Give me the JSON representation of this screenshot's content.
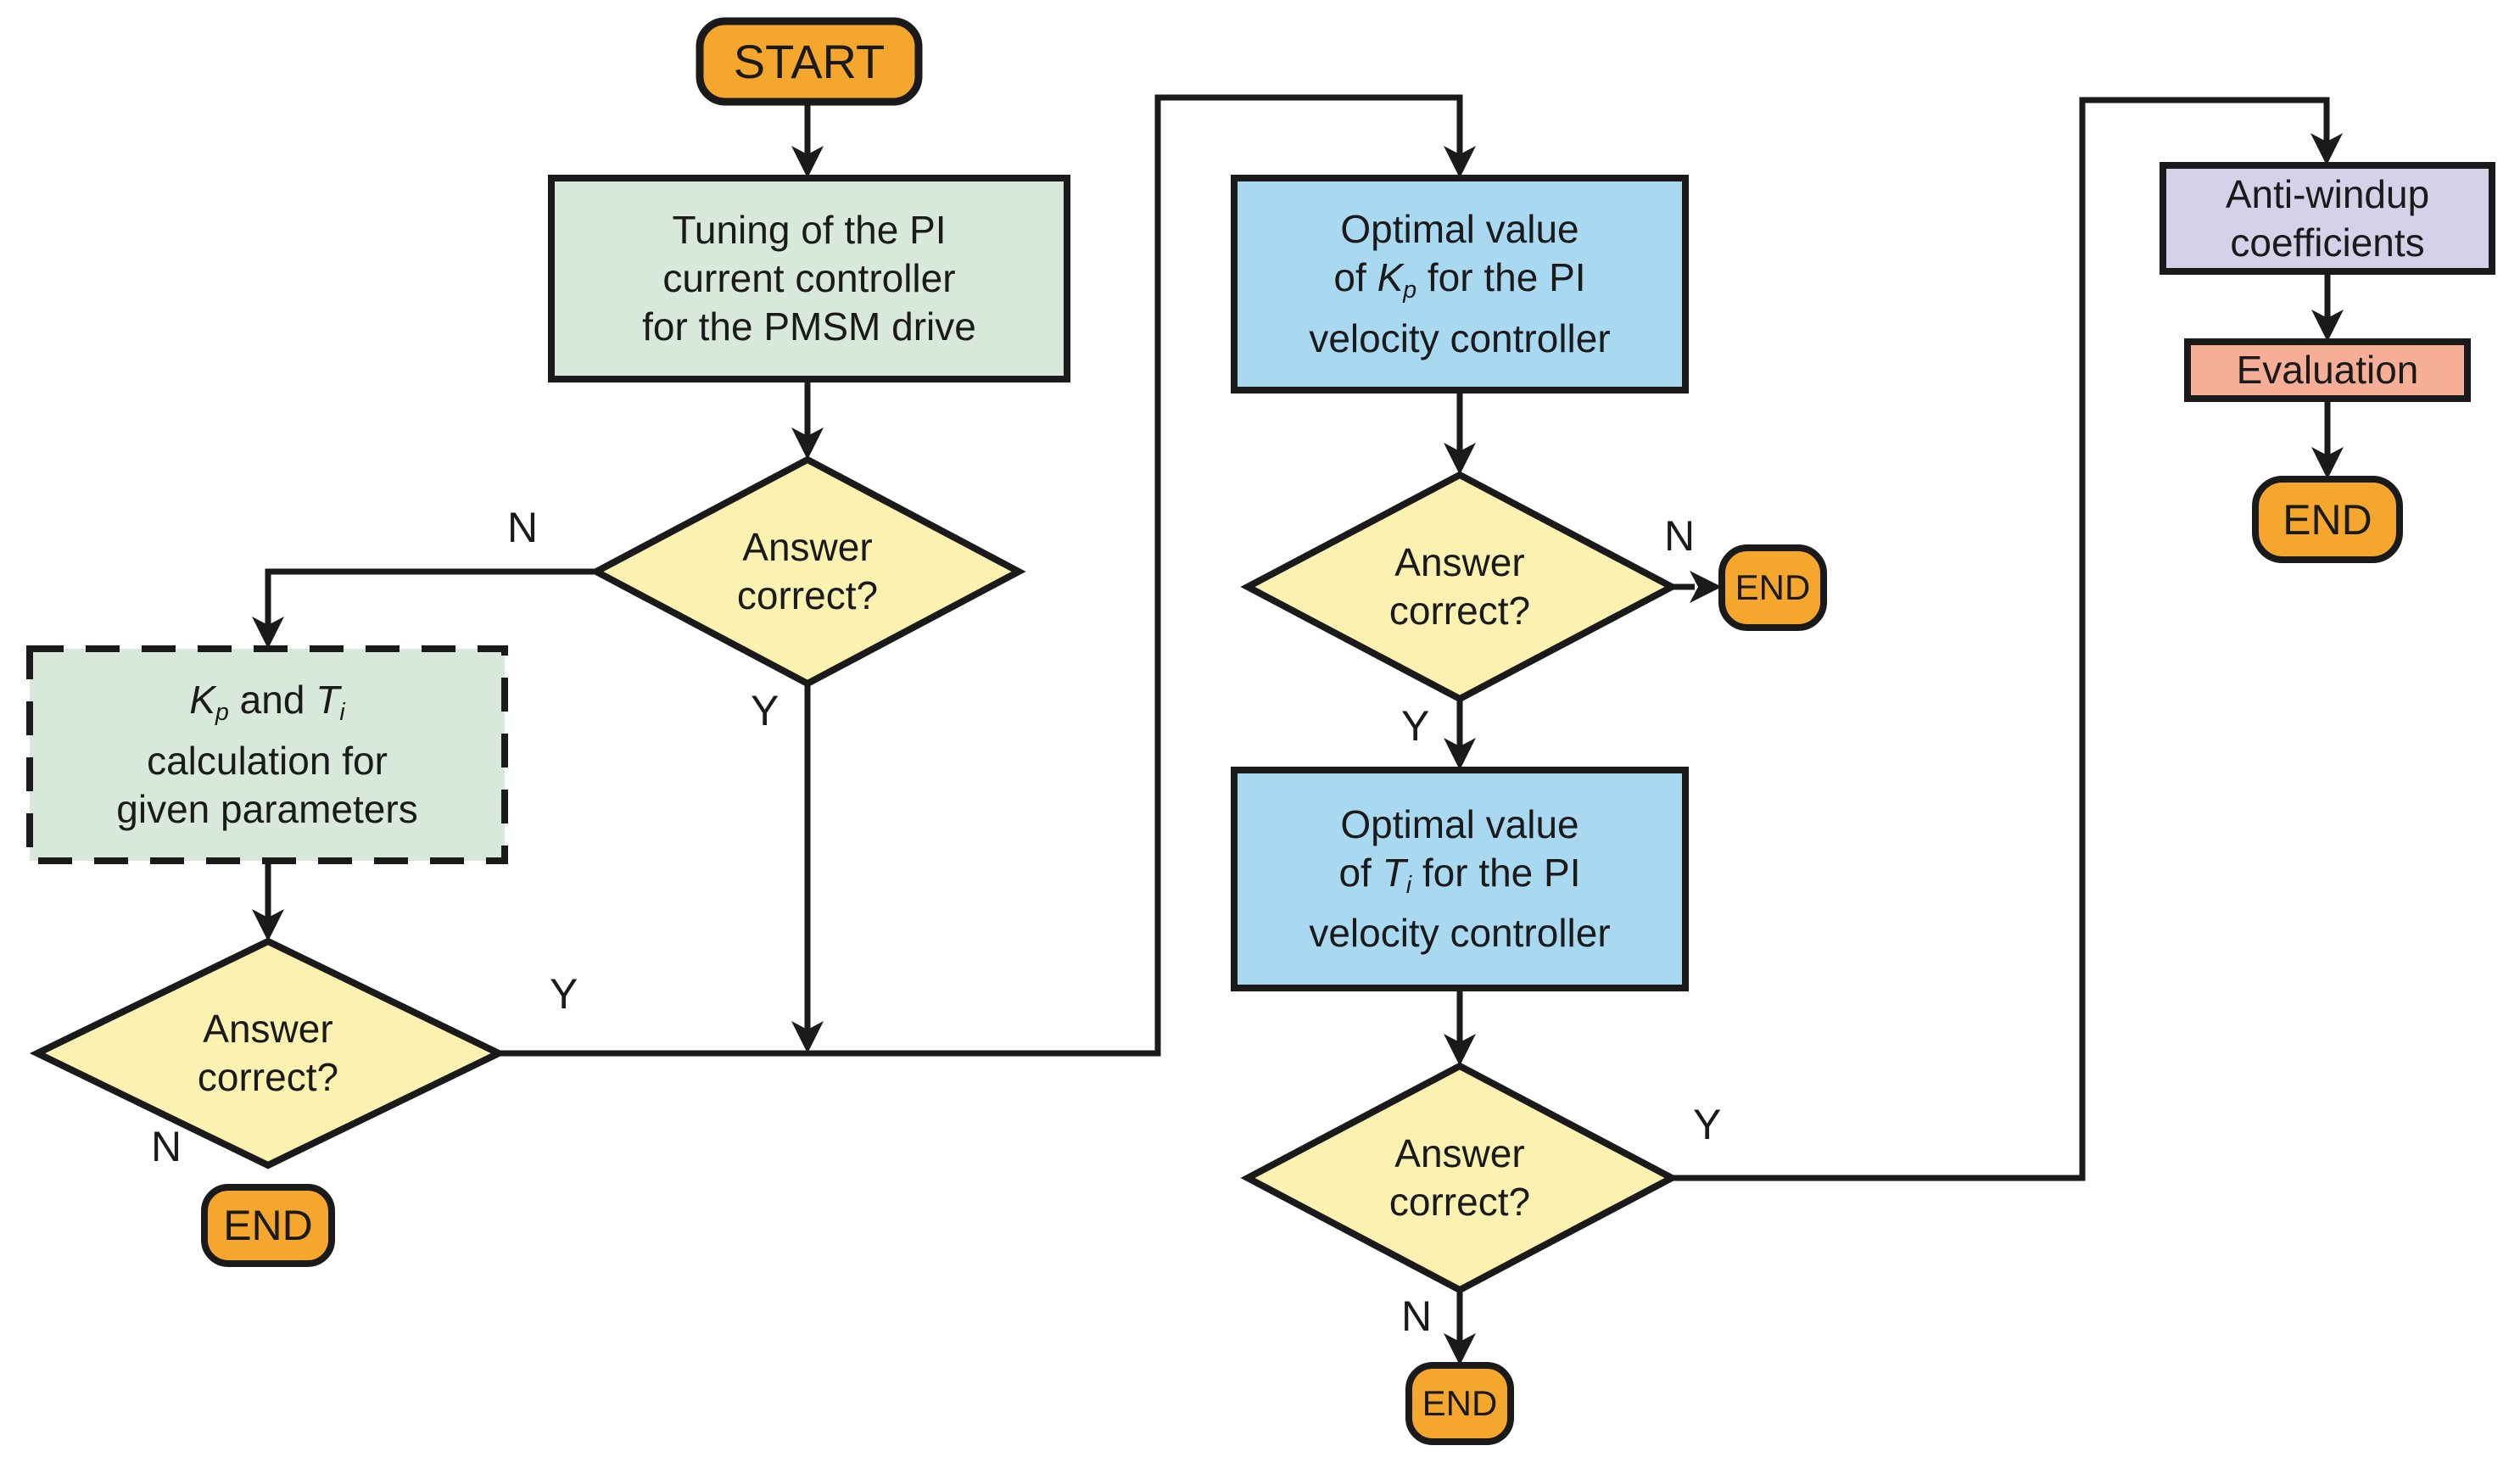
{
  "colors": {
    "terminator_fill": "#F5A62C",
    "process_green": "#D8E8DA",
    "decision_yellow": "#FBF2B2",
    "process_blue": "#A8D9F1",
    "process_purple": "#D5D1E9",
    "process_salmon": "#F6AF96",
    "line": "#1a1a1a"
  },
  "nodes": {
    "start": {
      "label": "START"
    },
    "tuning": {
      "line1": "Tuning of the PI",
      "line2": "current controller",
      "line3": "for the PMSM drive"
    },
    "decision1": {
      "line1": "Answer",
      "line2": "correct?"
    },
    "kp_ti_calc": {
      "k": "K",
      "k_sub": "p",
      "and": " and ",
      "t": "T",
      "t_sub": "i",
      "line2": "calculation for",
      "line3": "given parameters"
    },
    "decision_left": {
      "line1": "Answer",
      "line2": "correct?"
    },
    "end_left": {
      "label": "END"
    },
    "optimal_kp": {
      "line1": "Optimal value",
      "of": "of ",
      "k": "K",
      "k_sub": "p",
      "rest": " for the PI",
      "line3": "velocity controller"
    },
    "decision2": {
      "line1": "Answer",
      "line2": "correct?"
    },
    "end_mid": {
      "label": "END"
    },
    "optimal_ti": {
      "line1": "Optimal value",
      "of": "of ",
      "t": "T",
      "t_sub": "i",
      "rest": " for the PI",
      "line3": "velocity controller"
    },
    "decision3": {
      "line1": "Answer",
      "line2": "correct?"
    },
    "end_bottom": {
      "label": "END"
    },
    "antiwindup": {
      "line1": "Anti-windup",
      "line2": "coefficients"
    },
    "evaluation": {
      "label": "Evaluation"
    },
    "end_right": {
      "label": "END"
    }
  },
  "edge_labels": {
    "d1_no": "N",
    "d1_yes": "Y",
    "dleft_yes": "Y",
    "dleft_no": "N",
    "d2_no": "N",
    "d2_yes": "Y",
    "d3_yes": "Y",
    "d3_no": "N"
  }
}
